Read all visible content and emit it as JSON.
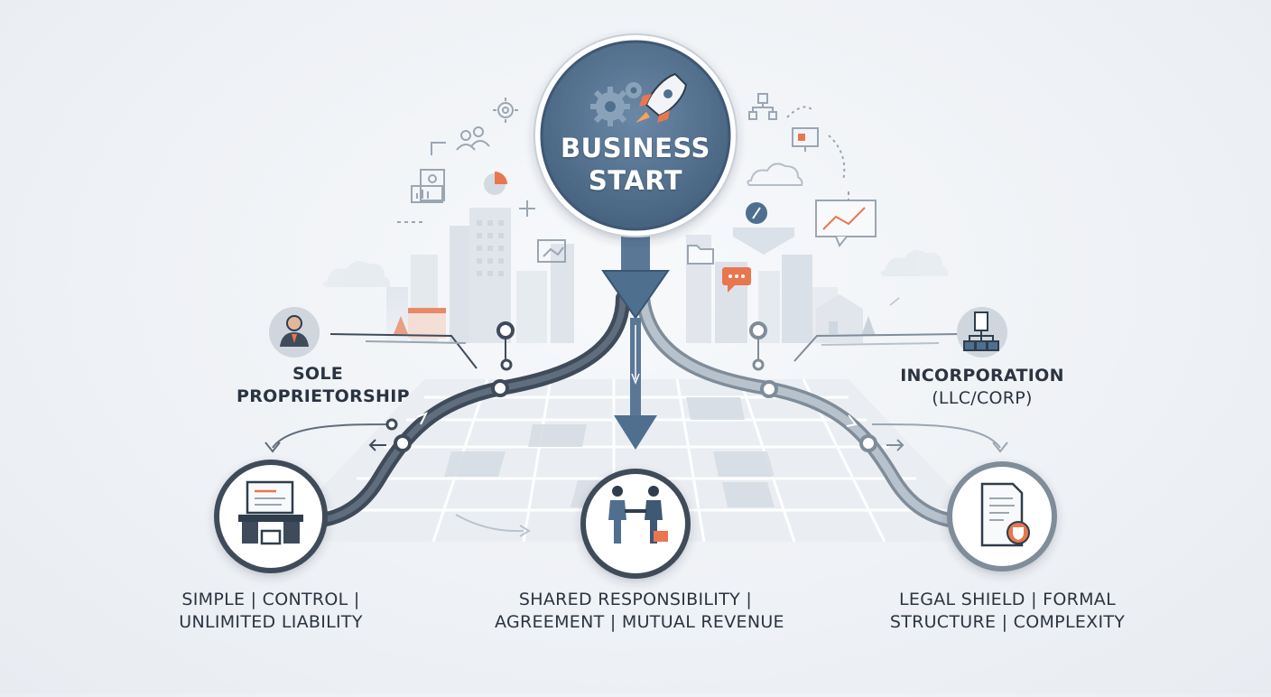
{
  "hub": {
    "line1": "BUSINESS",
    "line2": "START",
    "icons": [
      "gears-icon",
      "rocket-icon"
    ]
  },
  "branches": [
    {
      "id": "sole",
      "title_lines": [
        "SOLE",
        "PROPRIETORSHIP"
      ],
      "desc_lines": [
        "SIMPLE | CONTROL |",
        "UNLIMITED LIABILITY"
      ],
      "icon": "desk-icon",
      "badge_icon": "person-icon"
    },
    {
      "id": "partnership",
      "title_lines": [],
      "desc_lines": [
        "SHARED RESPONSIBILITY |",
        "AGREEMENT | MUTUAL REVENUE"
      ],
      "icon": "handshake-icon"
    },
    {
      "id": "incorporation",
      "title_lines": [
        "INCORPORATION",
        "(LLC/CORP)"
      ],
      "desc_lines": [
        "LEGAL SHIELD | FORMAL",
        "STRUCTURE | COMPLEXITY"
      ],
      "icon": "document-shield-icon",
      "badge_icon": "org-chart-icon"
    }
  ],
  "colors": {
    "hub_fill": "#4f6f8f",
    "hub_ring": "#6e859c",
    "path_dark": "#3f4b5a",
    "path_light": "#9aa6b3",
    "accent": "#e8774f",
    "arrow": "#5a7896"
  }
}
